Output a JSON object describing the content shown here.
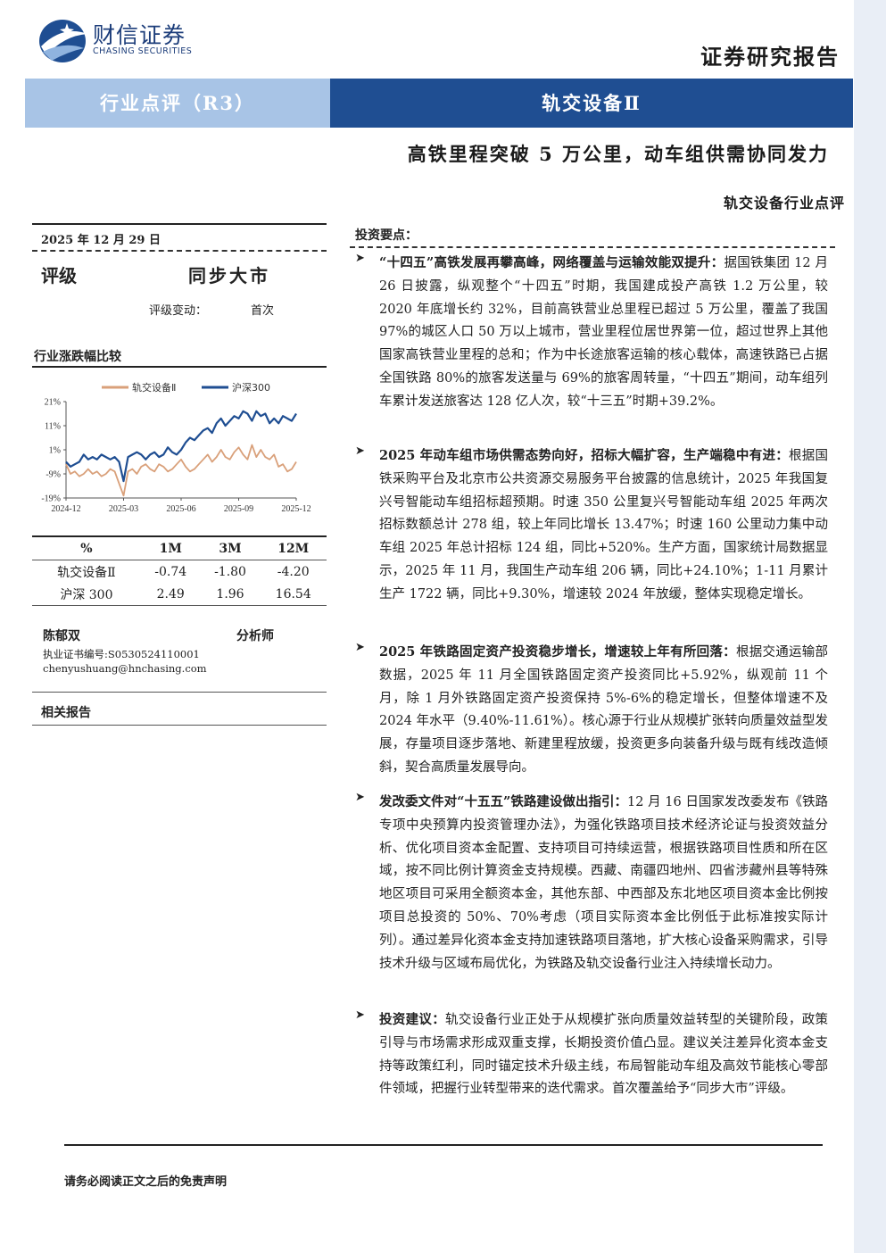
{
  "header": {
    "logo_cn": "财信证券",
    "logo_en": "CHASING SECURITIES",
    "report_type": "证券研究报告",
    "category": "行业点评（R3）",
    "sector": "轨交设备Ⅱ",
    "title": "高铁里程突破 5 万公里，动车组供需协同发力",
    "subtitle": "轨交设备行业点评"
  },
  "sidebar": {
    "date": "2025 年 12 月 29 日",
    "rating_label": "评级",
    "rating_value": "同步大市",
    "rating_change_label": "评级变动：",
    "rating_change_value": "首次",
    "perf_title": "行业涨跌幅比较",
    "analyst": {
      "name": "陈郁双",
      "title": "分析师",
      "cert": "执业证书编号:S0530524110001",
      "email": "chenyushuang@hnchasing.com"
    },
    "related_title": "相关报告"
  },
  "chart_data": {
    "type": "line",
    "legend_position": "top",
    "y_ticks": [
      "21%",
      "11%",
      "1%",
      "-9%",
      "-19%"
    ],
    "y_values": [
      21,
      11,
      1,
      -9,
      -19
    ],
    "ylim": [
      -19,
      21
    ],
    "x_ticks": [
      "2024-12",
      "2025-03",
      "2025-06",
      "2025-09",
      "2025-12"
    ],
    "x_index": [
      0,
      1,
      2,
      3,
      4,
      5,
      6,
      7,
      8,
      9,
      10,
      11,
      12,
      13,
      14,
      15,
      16,
      17,
      18,
      19,
      20,
      21,
      22,
      23,
      24,
      25,
      26,
      27,
      28,
      29,
      30,
      31,
      32,
      33,
      34,
      35,
      36,
      37,
      38,
      39,
      40,
      41,
      42,
      43,
      44,
      45,
      46,
      47,
      48,
      49,
      50,
      51,
      52
    ],
    "x_tick_index": [
      0,
      13,
      26,
      39,
      52
    ],
    "series": [
      {
        "name": "轨交设备Ⅱ",
        "color": "#d9a07a",
        "values": [
          -5,
          -9,
          -8,
          -10,
          -9,
          -7,
          -9,
          -8,
          -10,
          -9,
          -7,
          -8,
          -13,
          -18,
          -8,
          -7,
          -9,
          -6,
          -5,
          -7,
          -8,
          -5,
          -6,
          -8,
          -7,
          -5,
          -3,
          -6,
          -8,
          -7,
          -5,
          -3,
          -1,
          -4,
          -2,
          1,
          -2,
          -3,
          0,
          2,
          -1,
          -3,
          3,
          -2,
          1,
          -2,
          -3,
          -1,
          -6,
          -5,
          -8,
          -7,
          -4
        ]
      },
      {
        "name": "沪深300",
        "color": "#1f4e92",
        "values": [
          -4,
          -6,
          -5,
          -4,
          -1,
          -3,
          -2,
          -3,
          -1,
          -2,
          -3,
          -2,
          -4,
          -12,
          -2,
          -1,
          0,
          -1,
          -3,
          -1,
          0,
          -2,
          -1,
          2,
          0,
          -1,
          1,
          4,
          6,
          5,
          7,
          9,
          10,
          8,
          12,
          14,
          11,
          13,
          15,
          14,
          17,
          16,
          13,
          17,
          15,
          16,
          12,
          14,
          12,
          15,
          14,
          13,
          16
        ]
      }
    ]
  },
  "perf_table": {
    "headers": [
      "%",
      "1M",
      "3M",
      "12M"
    ],
    "rows": [
      [
        "轨交设备Ⅱ",
        "-0.74",
        "-1.80",
        "-4.20"
      ],
      [
        "沪深 300",
        "2.49",
        "1.96",
        "16.54"
      ]
    ]
  },
  "main": {
    "key_points_title": "投资要点：",
    "bullets": [
      {
        "head": "“十四五”高铁发展再攀高峰，网络覆盖与运输效能双提升：",
        "body": "据国铁集团 12 月 26 日披露，纵观整个“十四五”时期，我国建成投产高铁 1.2 万公里，较 2020 年底增长约 32%，目前高铁营业总里程已超过 5 万公里，覆盖了我国 97%的城区人口 50 万以上城市，营业里程位居世界第一位，超过世界上其他国家高铁营业里程的总和；作为中长途旅客运输的核心载体，高速铁路已占据全国铁路 80%的旅客发送量与 69%的旅客周转量，“十四五”期间，动车组列车累计发送旅客达 128 亿人次，较“十三五”时期+39.2%。"
      },
      {
        "head": "2025 年动车组市场供需态势向好，招标大幅扩容，生产端稳中有进：",
        "body": "根据国铁采购平台及北京市公共资源交易服务平台披露的信息统计，2025 年我国复兴号智能动车组招标超预期。时速 350 公里复兴号智能动车组 2025 年两次招标数额总计 278 组，较上年同比增长 13.47%；时速 160 公里动力集中动车组 2025 年总计招标 124 组，同比+520%。生产方面，国家统计局数据显示，2025 年 11 月，我国生产动车组 206 辆，同比+24.10%；1-11 月累计生产 1722 辆，同比+9.30%，增速较 2024 年放缓，整体实现稳定增长。"
      },
      {
        "head": "2025 年铁路固定资产投资稳步增长，增速较上年有所回落：",
        "body": "根据交通运输部数据，2025 年 11 月全国铁路固定资产投资同比+5.92%，纵观前 11 个月，除 1 月外铁路固定资产投资保持 5%-6%的稳定增长，但整体增速不及 2024 年水平（9.40%-11.61%）。核心源于行业从规模扩张转向质量效益型发展，存量项目逐步落地、新建里程放缓，投资更多向装备升级与既有线改造倾斜，契合高质量发展导向。"
      },
      {
        "head": "发改委文件对“十五五”铁路建设做出指引：",
        "body": "12 月 16 日国家发改委发布《铁路专项中央预算内投资管理办法》，为强化铁路项目技术经济论证与投资效益分析、优化项目资本金配置、支持项目可持续运营，根据铁路项目性质和所在区域，按不同比例计算资金支持规模。西藏、南疆四地州、四省涉藏州县等特殊地区项目可采用全额资本金，其他东部、中西部及东北地区项目资本金比例按项目总投资的 50%、70%考虑（项目实际资本金比例低于此标准按实际计列）。通过差异化资本金支持加速铁路项目落地，扩大核心设备采购需求，引导技术升级与区域布局优化，为铁路及轨交设备行业注入持续增长动力。"
      },
      {
        "head": "投资建议：",
        "body": "轨交设备行业正处于从规模扩张向质量效益转型的关键阶段，政策引导与市场需求形成双重支撑，长期投资价值凸显。建议关注差异化资本金支持等政策红利，同时锚定技术升级主线，布局智能动车组及高效节能核心零部件领域，把握行业转型带来的迭代需求。首次覆盖给予“同步大市”评级。"
      }
    ]
  },
  "footer": {
    "disclaimer": "请务必阅读正文之后的免责声明"
  }
}
